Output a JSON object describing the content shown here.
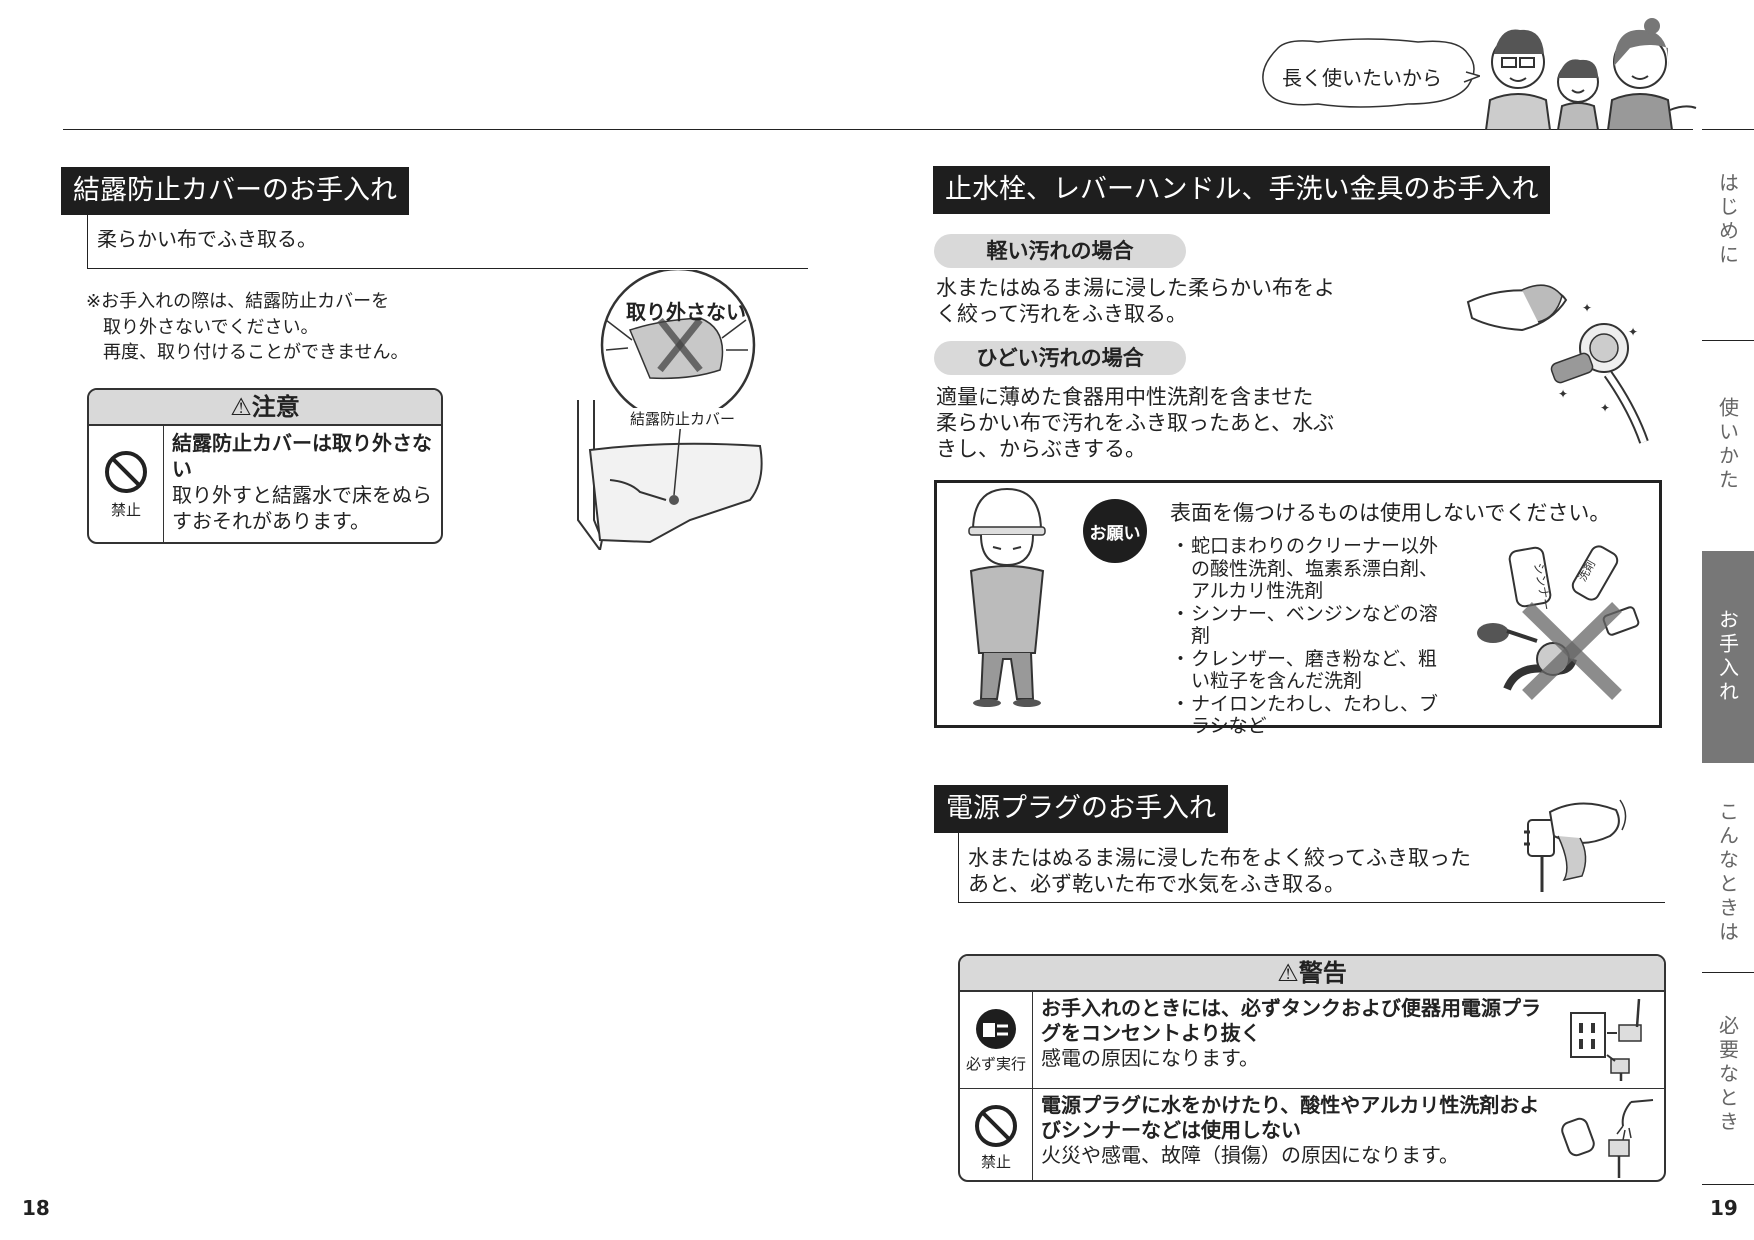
{
  "header": {
    "speech": "長く使いたいから"
  },
  "left": {
    "cover_section": {
      "title": "結露防止カバーのお手入れ",
      "body": "柔らかい布でふき取る。",
      "note_line1": "※お手入れの際は、結露防止カバーを",
      "note_line2": "取り外さないでください。",
      "note_line3": "再度、取り付けることができません。",
      "illus_label_top": "取り外さない",
      "illus_label_part": "結露防止カバー"
    },
    "caution": {
      "head": "⚠注意",
      "icon_label": "禁止",
      "bold": "結露防止カバーは取り外さない",
      "text": "取り外すと結露水で床をぬらすおそれがあります。"
    },
    "page_number": "18"
  },
  "right": {
    "faucet_section": {
      "title": "止水栓、レバーハンドル、手洗い金具のお手入れ",
      "light_title": "軽い汚れの場合",
      "light_line1": "水またはぬるま湯に浸した柔らかい布をよ",
      "light_line2": "く絞って汚れをふき取る。",
      "heavy_title": "ひどい汚れの場合",
      "heavy_line1": "適量に薄めた食器用中性洗剤を含ませた",
      "heavy_line2": "柔らかい布で汚れをふき取ったあと、水ぶ",
      "heavy_line3": "きし、からぶきする。"
    },
    "request": {
      "badge": "お願い",
      "headline": "表面を傷つけるものは使用しないでください。",
      "items": [
        "蛇口まわりのクリーナー以外の酸性洗剤、塩素系漂白剤、アルカリ性洗剤",
        "シンナー、ベンジンなどの溶剤",
        "クレンザー、磨き粉など、粗い粒子を含んだ洗剤",
        "ナイロンたわし、たわし、ブラシなど"
      ],
      "bottle_label1": "シンナー",
      "bottle_label2": "洗剤"
    },
    "plug_section": {
      "title": "電源プラグのお手入れ",
      "line1": "水またはぬるま湯に浸した布をよく絞ってふき取った",
      "line2": "あと、必ず乾いた布で水気をふき取る。"
    },
    "warning": {
      "head": "⚠警告",
      "rows": [
        {
          "icon_label": "必ず実行",
          "bold": "お手入れのときには、必ずタンクおよび便器用電源プラグをコンセントより抜く",
          "text": "感電の原因になります。"
        },
        {
          "icon_label": "禁止",
          "bold": "電源プラグに水をかけたり、酸性やアルカリ性洗剤およびシンナーなどは使用しない",
          "text": "火災や感電、故障（損傷）の原因になります。"
        }
      ]
    },
    "page_number": "19"
  },
  "side_tabs": [
    {
      "label": "はじめに",
      "active": false
    },
    {
      "label": "使いかた",
      "active": false
    },
    {
      "label": "お手入れ",
      "active": true
    },
    {
      "label": "こんなときは",
      "active": false
    },
    {
      "label": "必要なとき",
      "active": false
    }
  ]
}
